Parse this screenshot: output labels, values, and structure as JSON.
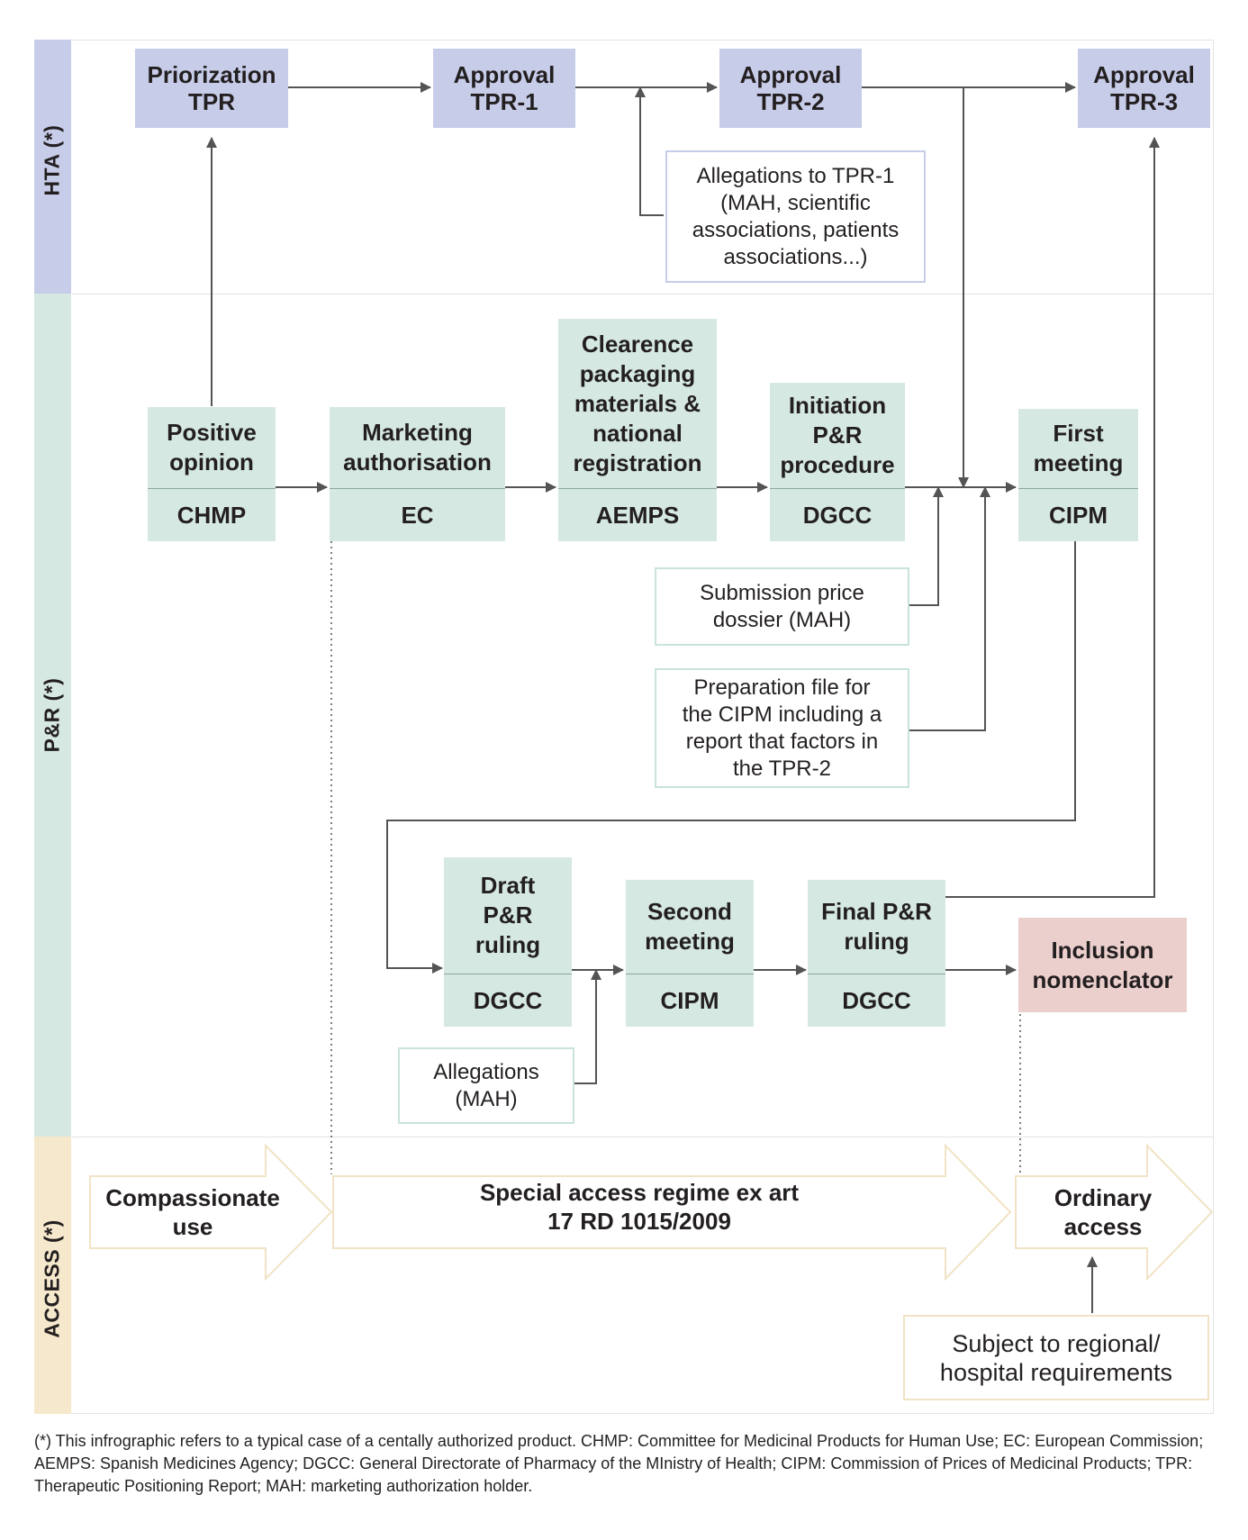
{
  "lanes": {
    "hta": "HTA (*)",
    "pr": "P&R (*)",
    "access": "ACCESS (*)"
  },
  "colors": {
    "hta_lane": "#c7cce9",
    "pr_lane": "#d5e8e1",
    "access_lane": "#f6e8cc",
    "hta_box": "#c7cce9",
    "pr_box": "#d5e8e1",
    "inclusion_box": "#ebcfcd",
    "arrow": "#545454"
  },
  "hta_boxes": {
    "priorization": "Priorization\nTPR",
    "approval1": "Approval\nTPR-1",
    "approval2": "Approval\nTPR-2",
    "approval3": "Approval\nTPR-3"
  },
  "hta_notes": {
    "allegations_tpr1": "Allegations to TPR-1\n(MAH, scientific\nassociations, patients\nassociations...)"
  },
  "pr_boxes": {
    "positive_opinion": {
      "title": "Positive\nopinion",
      "body": "CHMP"
    },
    "marketing_auth": {
      "title": "Marketing\nauthorisation",
      "body": "EC"
    },
    "clearance": {
      "title": "Clearence\npackaging\nmaterials &\nnational\nregistration",
      "body": "AEMPS"
    },
    "initiation": {
      "title": "Initiation\nP&R\nprocedure",
      "body": "DGCC"
    },
    "first_meeting": {
      "title": "First\nmeeting",
      "body": "CIPM"
    },
    "draft_ruling": {
      "title": "Draft\nP&R\nruling",
      "body": "DGCC"
    },
    "second_meeting": {
      "title": "Second\nmeeting",
      "body": "CIPM"
    },
    "final_ruling": {
      "title": "Final P&R\nruling",
      "body": "DGCC"
    }
  },
  "inclusion": "Inclusion\nnomenclator",
  "pr_notes": {
    "submission": "Submission price\ndossier (MAH)",
    "preparation": "Preparation file for\nthe CIPM including a\nreport that factors in\nthe TPR-2",
    "allegations_mah": "Allegations\n(MAH)"
  },
  "access": {
    "compassionate": "Compassionate\nuse",
    "special": "Special access regime ex art\n17 RD 1015/2009",
    "ordinary": "Ordinary\naccess",
    "regional": "Subject to regional/\nhospital requirements"
  },
  "footnote": "(*) This infrographic refers to a typical case of a centally authorized product. CHMP: Committee for Medicinal Products for Human Use; EC: European Commission; AEMPS: Spanish Medicines Agency; DGCC: General Directorate of Pharmacy of the MInistry of Health; CIPM: Commission of Prices of Medicinal Products; TPR: Therapeutic Positioning Report; MAH: marketing authorization holder."
}
